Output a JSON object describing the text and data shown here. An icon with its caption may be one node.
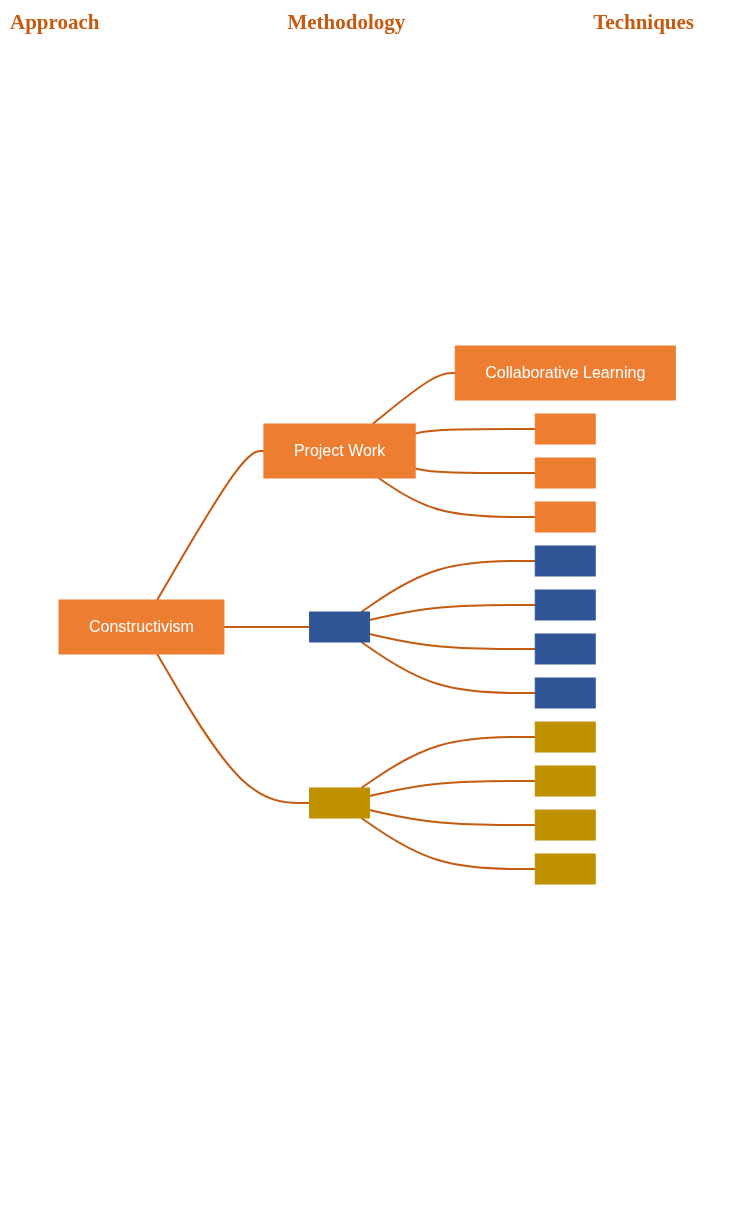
{
  "diagram": {
    "nodes": [
      {
        "text": [
          "Constructivism"
        ]
      },
      {
        "text": [
          "Project Work"
        ]
      },
      {
        "text": [],
        "shape": "box"
      },
      {
        "text": [],
        "shape": "box"
      },
      {
        "text": [
          "Collaborative Learning"
        ]
      },
      {
        "text": [],
        "shape": "box"
      },
      {
        "text": [],
        "shape": "box"
      },
      {
        "text": [],
        "shape": "box"
      },
      {
        "text": [],
        "shape": "box"
      },
      {
        "text": [],
        "shape": "box"
      },
      {
        "text": [],
        "shape": "box"
      },
      {
        "text": [],
        "shape": "box"
      },
      {
        "text": [],
        "shape": "box"
      },
      {
        "text": [],
        "shape": "box"
      },
      {
        "text": [],
        "shape": "box"
      },
      {
        "text": [],
        "shape": "box"
      }
    ],
    "edges": [
      {
        "from": 0,
        "to": 1,
        "arrow": "none"
      },
      {
        "from": 0,
        "to": 2,
        "arrow": "none"
      },
      {
        "from": 0,
        "to": 3,
        "arrow": "none"
      },
      {
        "from": 1,
        "to": 4,
        "arrow": "none"
      },
      {
        "from": 1,
        "to": 5,
        "arrow": "none"
      },
      {
        "from": 1,
        "to": 6,
        "arrow": "none"
      },
      {
        "from": 1,
        "to": 7,
        "arrow": "none"
      },
      {
        "from": 2,
        "to": 8,
        "arrow": "none"
      },
      {
        "from": 2,
        "to": 9,
        "arrow": "none"
      },
      {
        "from": 2,
        "to": 10,
        "arrow": "none"
      },
      {
        "from": 2,
        "to": 11,
        "arrow": "none"
      },
      {
        "from": 3,
        "to": 12,
        "arrow": "none"
      },
      {
        "from": 3,
        "to": 13,
        "arrow": "none"
      },
      {
        "from": 3,
        "to": 14,
        "arrow": "none"
      },
      {
        "from": 3,
        "to": 15,
        "arrow": "none"
      }
    ],
    "labels": [
      "Approach",
      "Methodology",
      "Techniques"
    ]
  }
}
